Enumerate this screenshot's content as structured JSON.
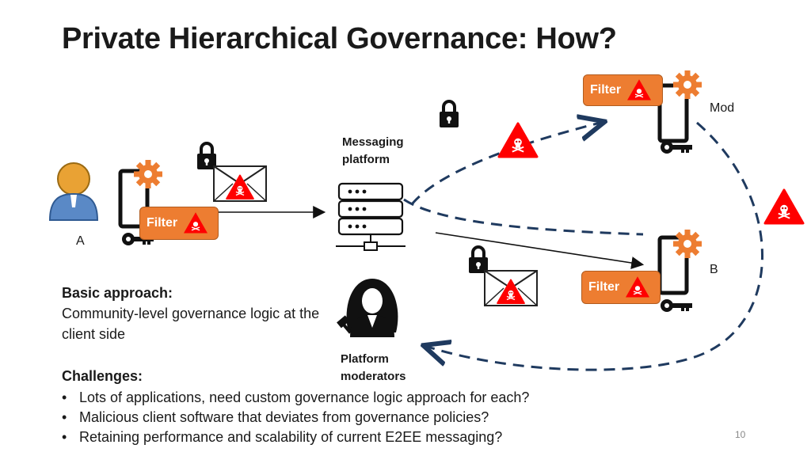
{
  "title": "Private Hierarchical Governance: How?",
  "diagram": {
    "messaging_platform_label": "Messaging\nplatform",
    "platform_moderators_label": "Platform\nmoderators",
    "node_a_label": "A",
    "node_b_label": "B",
    "node_mod_label": "Mod",
    "filter_label": "Filter"
  },
  "basic_approach": {
    "heading": "Basic approach:",
    "text": "Community-level governance logic at the client side"
  },
  "challenges": {
    "heading": "Challenges:",
    "items": [
      "Lots of applications, need custom governance logic approach for each?",
      "Malicious client software that deviates from governance policies?",
      "Retaining performance and scalability of current E2EE messaging?"
    ]
  },
  "page_number": "10",
  "colors": {
    "orange": "#ed7d31",
    "red": "#ff0000",
    "navy": "#1f3a5f"
  }
}
